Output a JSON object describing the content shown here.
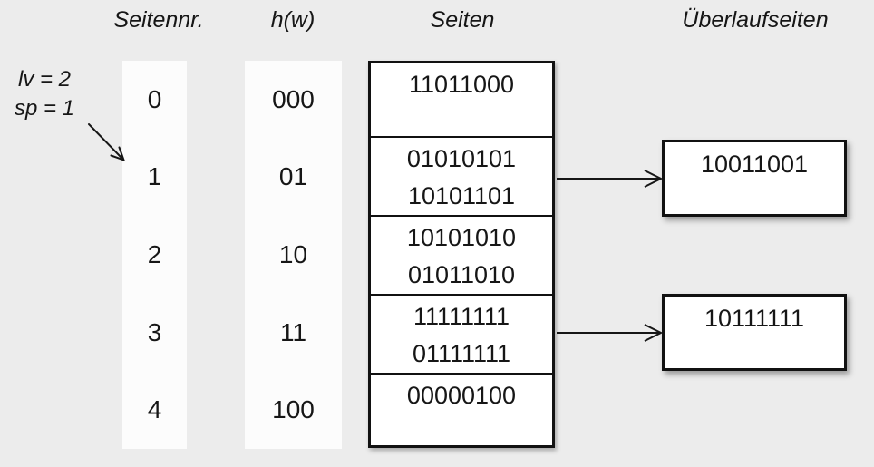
{
  "diagram": {
    "headers": {
      "page_no": "Seitennr.",
      "hash_fn": "h(w)",
      "pages": "Seiten",
      "overflow_pages": "Überlaufseiten"
    },
    "annotation": {
      "line1": "lv = 2",
      "line2": "sp = 1"
    },
    "rows": [
      {
        "page_no": "0",
        "hash": "000",
        "entries": [
          "11011000",
          ""
        ]
      },
      {
        "page_no": "1",
        "hash": "01",
        "entries": [
          "01010101",
          "10101101"
        ]
      },
      {
        "page_no": "2",
        "hash": "10",
        "entries": [
          "10101010",
          "01011010"
        ]
      },
      {
        "page_no": "3",
        "hash": "11",
        "entries": [
          "11111111",
          "01111111"
        ]
      },
      {
        "page_no": "4",
        "hash": "100",
        "entries": [
          "00000100",
          ""
        ]
      }
    ],
    "overflow_boxes": [
      {
        "value": "10011001",
        "linked_row": "1"
      },
      {
        "value": "10111111",
        "linked_row": "3"
      }
    ],
    "colors": {
      "background": "#ececec",
      "panel": "#fcfcfc",
      "border": "#111111",
      "text": "#161616"
    }
  }
}
